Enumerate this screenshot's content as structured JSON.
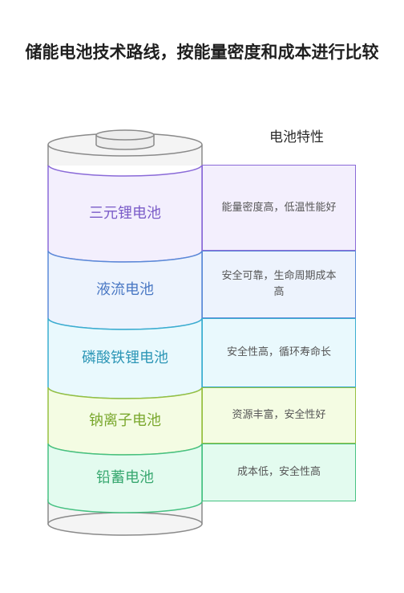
{
  "title": "储能电池技术路线，按能量密度和成本进行比较",
  "column_header": "电池特性",
  "layers": [
    {
      "name": "三元锂电池",
      "feature": "能量密度高，低温性能好",
      "fill": "#f3effd",
      "stroke": "#8a6ad8",
      "text": "#7a5bc8"
    },
    {
      "name": "液流电池",
      "feature": "安全可靠，生命周期成本高",
      "fill": "#edf3fd",
      "stroke": "#5b8ad8",
      "text": "#4a78c4"
    },
    {
      "name": "磷酸铁锂电池",
      "feature": "安全性高，循环寿命长",
      "fill": "#e9f9fd",
      "stroke": "#3aaed0",
      "text": "#2c96b6"
    },
    {
      "name": "钠离子电池",
      "feature": "资源丰富，安全性好",
      "fill": "#f4fce3",
      "stroke": "#96c040",
      "text": "#7aa82e"
    },
    {
      "name": "铅蓄电池",
      "feature": "成本低，安全性高",
      "fill": "#e3fbef",
      "stroke": "#46c182",
      "text": "#38a870"
    }
  ]
}
